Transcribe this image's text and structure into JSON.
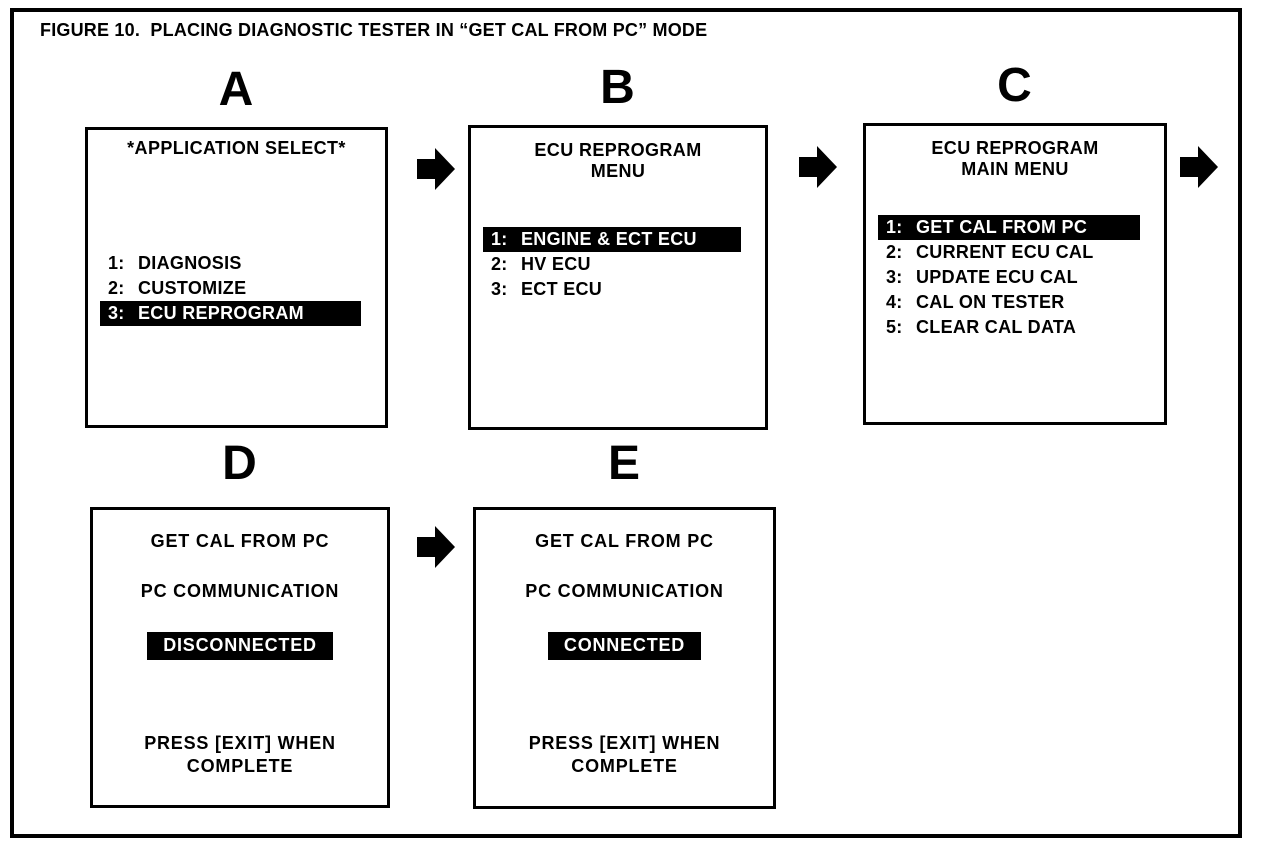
{
  "figure": {
    "title": "FIGURE 10.  PLACING DIAGNOSTIC TESTER IN “GET CAL FROM PC” MODE"
  },
  "icons": {
    "flow_arrow": "right-arrow"
  },
  "panel_a": {
    "letter": "A",
    "header_line1": "*APPLICATION SELECT*",
    "items": [
      {
        "num": "1:",
        "label": "DIAGNOSIS",
        "highlighted": false
      },
      {
        "num": "2:",
        "label": "CUSTOMIZE",
        "highlighted": false
      },
      {
        "num": "3:",
        "label": "ECU REPROGRAM",
        "highlighted": true
      }
    ]
  },
  "panel_b": {
    "letter": "B",
    "header_line1": "ECU REPROGRAM",
    "header_line2": "MENU",
    "items": [
      {
        "num": "1:",
        "label": "ENGINE & ECT ECU",
        "highlighted": true
      },
      {
        "num": "2:",
        "label": "HV ECU",
        "highlighted": false
      },
      {
        "num": "3:",
        "label": "ECT ECU",
        "highlighted": false
      }
    ]
  },
  "panel_c": {
    "letter": "C",
    "header_line1": "ECU REPROGRAM",
    "header_line2": "MAIN MENU",
    "items": [
      {
        "num": "1:",
        "label": "GET CAL FROM PC",
        "highlighted": true
      },
      {
        "num": "2:",
        "label": "CURRENT ECU CAL",
        "highlighted": false
      },
      {
        "num": "3:",
        "label": "UPDATE ECU CAL",
        "highlighted": false
      },
      {
        "num": "4:",
        "label": "CAL ON TESTER",
        "highlighted": false
      },
      {
        "num": "5:",
        "label": "CLEAR CAL DATA",
        "highlighted": false
      }
    ]
  },
  "panel_d": {
    "letter": "D",
    "line1": "GET CAL FROM PC",
    "line2": "PC COMMUNICATION",
    "status": "DISCONNECTED",
    "status_highlighted": true,
    "footer_line1": "PRESS [EXIT] WHEN",
    "footer_line2": "COMPLETE"
  },
  "panel_e": {
    "letter": "E",
    "line1": "GET CAL FROM PC",
    "line2": "PC COMMUNICATION",
    "status": "CONNECTED",
    "status_highlighted": true,
    "footer_line1": "PRESS [EXIT] WHEN",
    "footer_line2": "COMPLETE"
  },
  "colors": {
    "foreground": "#000000",
    "background": "#ffffff",
    "highlight_bg": "#000000",
    "highlight_text": "#ffffff"
  }
}
